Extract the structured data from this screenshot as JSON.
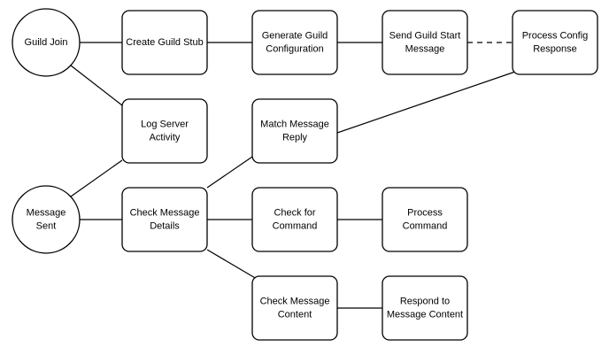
{
  "diagram": {
    "nodes": [
      {
        "id": "guild_join",
        "shape": "circle",
        "lines": [
          "Guild Join"
        ]
      },
      {
        "id": "create_stub",
        "shape": "rect",
        "lines": [
          "Create Guild Stub"
        ]
      },
      {
        "id": "gen_config",
        "shape": "rect",
        "lines": [
          "Generate Guild",
          "Configuration"
        ]
      },
      {
        "id": "send_start",
        "shape": "rect",
        "lines": [
          "Send Guild Start",
          "Message"
        ]
      },
      {
        "id": "process_config",
        "shape": "rect",
        "lines": [
          "Process Config",
          "Response"
        ]
      },
      {
        "id": "log_activity",
        "shape": "rect",
        "lines": [
          "Log Server",
          "Activity"
        ]
      },
      {
        "id": "match_reply",
        "shape": "rect",
        "lines": [
          "Match Message",
          "Reply"
        ]
      },
      {
        "id": "message_sent",
        "shape": "circle",
        "lines": [
          "Message",
          "Sent"
        ]
      },
      {
        "id": "check_details",
        "shape": "rect",
        "lines": [
          "Check Message",
          "Details"
        ]
      },
      {
        "id": "check_command",
        "shape": "rect",
        "lines": [
          "Check for",
          "Command"
        ]
      },
      {
        "id": "process_command",
        "shape": "rect",
        "lines": [
          "Process",
          "Command"
        ]
      },
      {
        "id": "check_content",
        "shape": "rect",
        "lines": [
          "Check Message",
          "Content"
        ]
      },
      {
        "id": "respond_content",
        "shape": "rect",
        "lines": [
          "Respond to",
          "Message Content"
        ]
      }
    ],
    "edges": [
      {
        "from": "guild_join",
        "to": "create_stub",
        "style": "solid"
      },
      {
        "from": "create_stub",
        "to": "gen_config",
        "style": "solid"
      },
      {
        "from": "gen_config",
        "to": "send_start",
        "style": "solid"
      },
      {
        "from": "send_start",
        "to": "process_config",
        "style": "dashed"
      },
      {
        "from": "guild_join",
        "to": "log_activity",
        "style": "solid"
      },
      {
        "from": "message_sent",
        "to": "log_activity",
        "style": "solid"
      },
      {
        "from": "process_config",
        "to": "match_reply",
        "style": "solid"
      },
      {
        "from": "check_details",
        "to": "match_reply",
        "style": "solid"
      },
      {
        "from": "message_sent",
        "to": "check_details",
        "style": "solid"
      },
      {
        "from": "check_details",
        "to": "check_command",
        "style": "solid"
      },
      {
        "from": "check_command",
        "to": "process_command",
        "style": "solid"
      },
      {
        "from": "check_details",
        "to": "check_content",
        "style": "solid"
      },
      {
        "from": "check_content",
        "to": "respond_content",
        "style": "solid"
      }
    ]
  }
}
